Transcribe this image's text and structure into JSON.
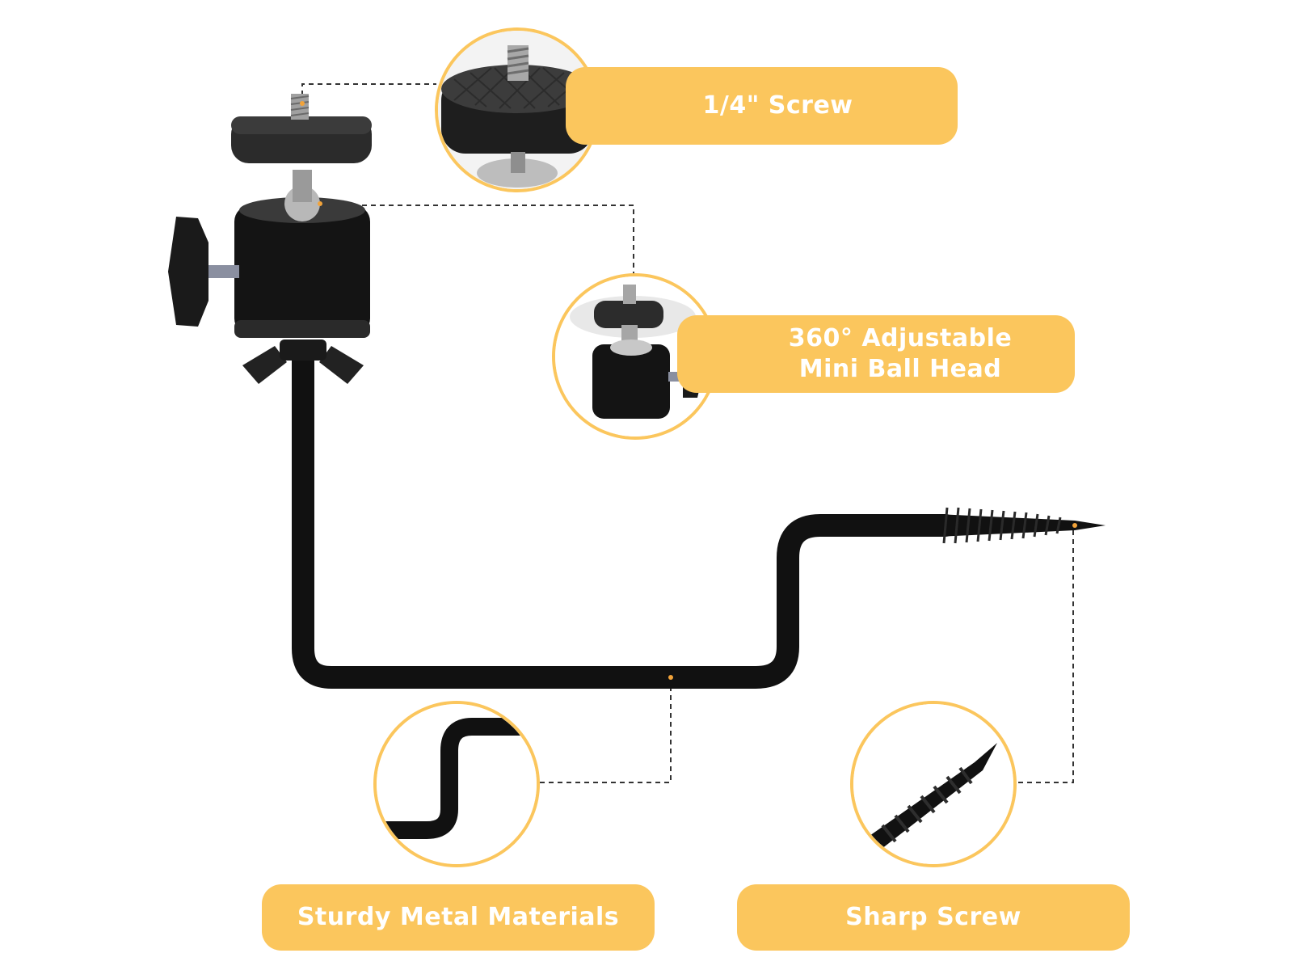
{
  "callouts": {
    "screw_label": "1/4\" Screw",
    "ball_head_line1": "360° Adjustable",
    "ball_head_line2": "Mini Ball Head",
    "material_label": "Sturdy Metal Materials",
    "sharp_screw_label": "Sharp Screw"
  },
  "colors": {
    "accent": "#fbc65d",
    "metal": "#111111",
    "connector_line": "#333333",
    "dot": "#f2a33a"
  },
  "icons": {
    "mount": "camera-tree-mount-icon",
    "screw_closeup": "quarter-inch-screw-icon",
    "ball_head_closeup": "ball-head-icon",
    "bent_arm_closeup": "bent-arm-icon",
    "sharp_screw_closeup": "sharp-screw-icon"
  }
}
